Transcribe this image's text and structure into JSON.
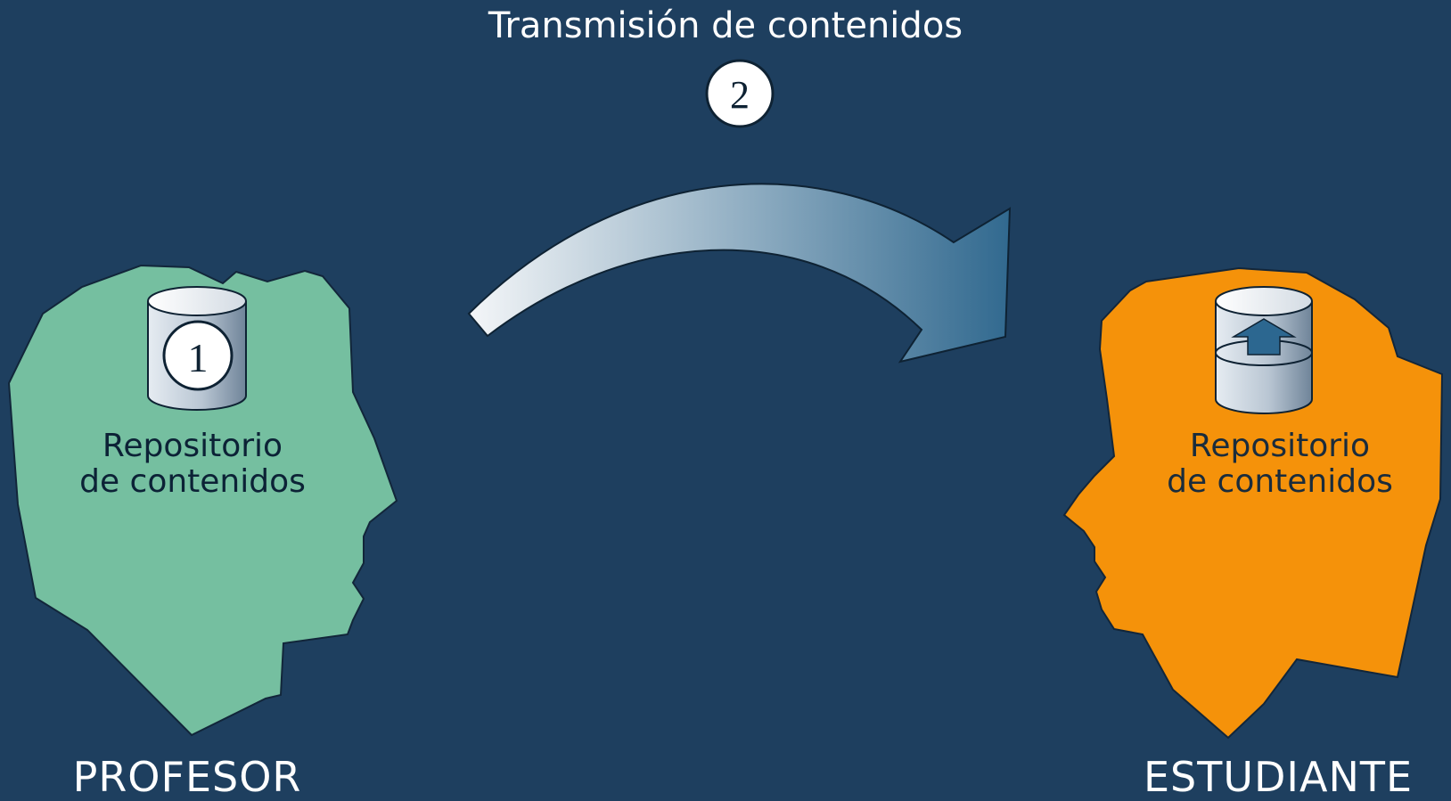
{
  "transmission": {
    "title": "Transmisión de contenidos",
    "step_number": "2"
  },
  "teacher": {
    "step_number": "1",
    "repository_line1": "Repositorio",
    "repository_line2": "de contenidos",
    "role": "PROFESOR"
  },
  "student": {
    "repository_line1": "Repositorio",
    "repository_line2": "de contenidos",
    "role": "ESTUDIANTE"
  },
  "colors": {
    "background": "#1e3f5f",
    "teacher_head": "#75bfa0",
    "student_head": "#f5920a",
    "arrow_start": "#f4f6f8",
    "arrow_end": "#31698f",
    "cylinder_body": "#c9d3de",
    "upload_arrow": "#2c6790"
  },
  "icons": {
    "teacher_repository": "database-cylinder-icon",
    "student_repository": "database-cylinder-upload-icon",
    "transfer": "curved-arrow-icon"
  }
}
